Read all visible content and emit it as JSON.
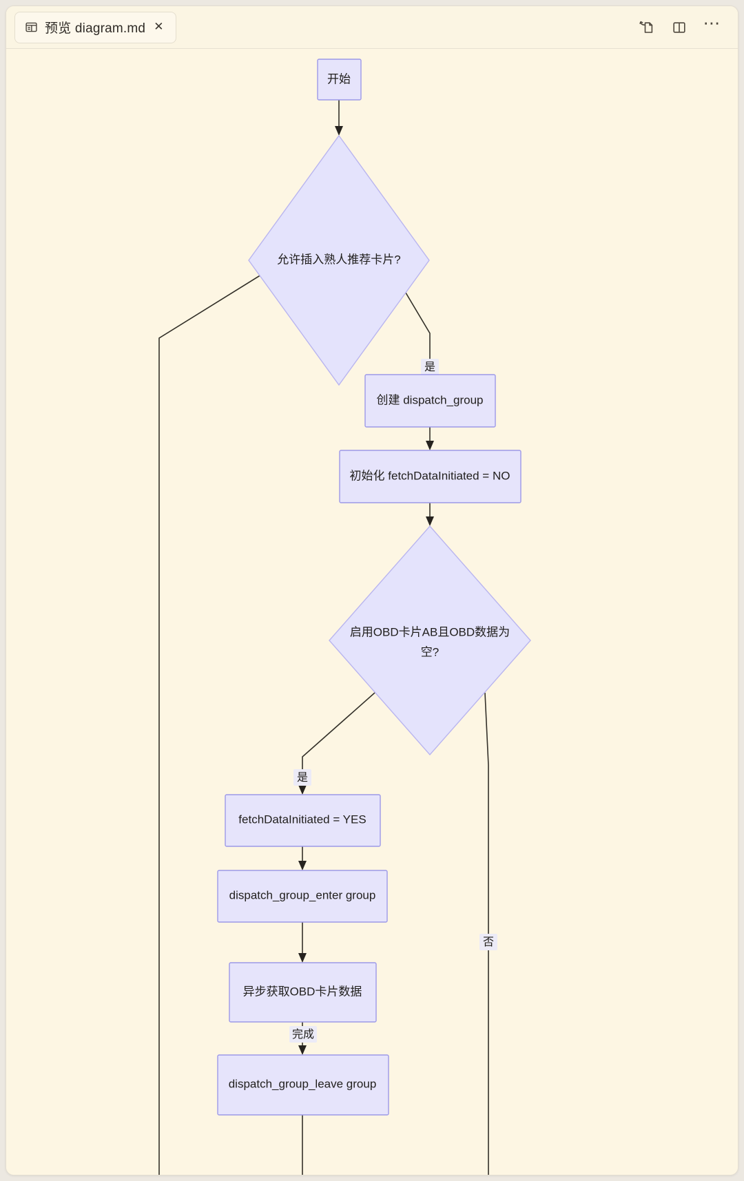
{
  "window": {
    "background_color": "#fdf6e3",
    "chrome_color": "#ece8e1"
  },
  "tabbar": {
    "tab": {
      "icon": "preview-pane-icon",
      "title": "预览 diagram.md",
      "close_label": "✕"
    },
    "actions": [
      {
        "name": "open-in-new-window-icon",
        "label": ""
      },
      {
        "name": "split-editor-icon",
        "label": ""
      },
      {
        "name": "more-actions-icon",
        "label": "⋯"
      }
    ]
  },
  "diagram": {
    "title": "diagram.md",
    "type": "flowchart",
    "direction": "TD",
    "theme": {
      "node_fill": "#e6e4fb",
      "node_stroke": "#9c98e8",
      "edge_color": "#333029",
      "text_color": "#22201e"
    },
    "nodes": [
      {
        "id": "n1",
        "shape": "rect",
        "text": "开始"
      },
      {
        "id": "n2",
        "shape": "diamond",
        "text": "允许插入熟人推荐卡片?"
      },
      {
        "id": "n3",
        "shape": "rect",
        "text": "创建 dispatch_group"
      },
      {
        "id": "n4",
        "shape": "rect",
        "text": "初始化 fetchDataInitiated = NO"
      },
      {
        "id": "n5",
        "shape": "diamond",
        "text_lines": [
          "启用OBD卡片AB且OBD数据为",
          "空?"
        ],
        "text": "启用OBD卡片AB且OBD数据为空?"
      },
      {
        "id": "n6",
        "shape": "rect",
        "text": "fetchDataInitiated = YES"
      },
      {
        "id": "n7",
        "shape": "rect",
        "text": "dispatch_group_enter group"
      },
      {
        "id": "n8",
        "shape": "rect",
        "text": "异步获取OBD卡片数据"
      },
      {
        "id": "n9",
        "shape": "rect",
        "text": "dispatch_group_leave group"
      }
    ],
    "edges": [
      {
        "from": "n1",
        "to": "n2",
        "label": ""
      },
      {
        "from": "n2",
        "to": "n3",
        "label": "是"
      },
      {
        "from": "n2",
        "to": "down-left",
        "label": ""
      },
      {
        "from": "n3",
        "to": "n4",
        "label": ""
      },
      {
        "from": "n4",
        "to": "n5",
        "label": ""
      },
      {
        "from": "n5",
        "to": "n6",
        "label": "是"
      },
      {
        "from": "n5",
        "to": "down-right",
        "label": "否"
      },
      {
        "from": "n6",
        "to": "n7",
        "label": ""
      },
      {
        "from": "n7",
        "to": "n8",
        "label": ""
      },
      {
        "from": "n8",
        "to": "n9",
        "label": "完成"
      }
    ],
    "edge_labels": [
      "是",
      "是",
      "否",
      "完成"
    ]
  }
}
